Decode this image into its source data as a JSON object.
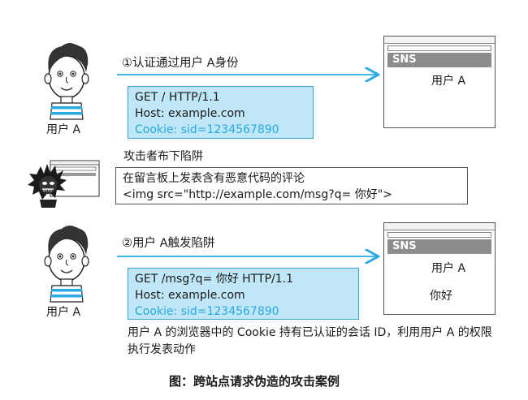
{
  "user_label": "用户 A",
  "step1": {
    "text": "①认证通过用户 A身份"
  },
  "step2": {
    "text": "②用户 A触发陷阱"
  },
  "request1": {
    "lines": [
      "GET / HTTP/1.1",
      "Host: example.com"
    ],
    "cookie": "Cookie: sid=1234567890"
  },
  "request2": {
    "lines": [
      "GET /msg?q= 你好 HTTP/1.1",
      "Host: example.com"
    ],
    "cookie": "Cookie: sid=1234567890"
  },
  "attacker": {
    "title": "攻击者布下陷阱",
    "code_lines": [
      "在留言板上发表含有恶意代码的评论",
      "<img src=\"http://example.com/msg?q= 你好\">"
    ]
  },
  "browser1": {
    "site": "SNS",
    "user": "用户 A"
  },
  "browser2": {
    "site": "SNS",
    "user": "用户 A",
    "message": "你好"
  },
  "note": "用户 A 的浏览器中的 Cookie 持有已认证的会话 ID，利用用户 A 的权限执行发表动作",
  "caption": "图：跨站点请求伪造的攻击案例",
  "colors": {
    "arrow": "#29abe2",
    "request_bg": "#bfe7f7",
    "cookie_text": "#27a9e1",
    "sns_bar": "#8c8c8c"
  }
}
